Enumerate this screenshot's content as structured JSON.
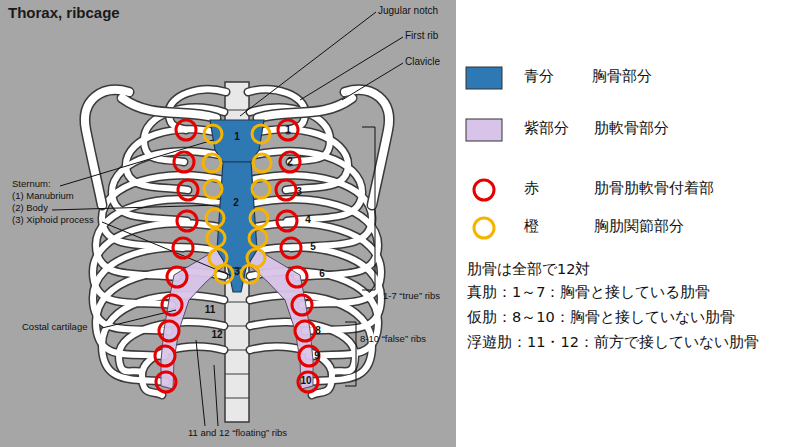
{
  "diagram": {
    "title": "Thorax, ribcage",
    "labels": [
      "Jugular notch",
      "First rib",
      "Clavicle",
      "Sternum:",
      "(1) Manubrium",
      "(2) Body",
      "(3) Xiphoid process",
      "Costal cartilage",
      "1-7 “true” ribs",
      "8-10 “false” ribs",
      "11 and 12 “floating” ribs",
      "1",
      "2",
      "3",
      "1",
      "2",
      "3",
      "4",
      "5",
      "6",
      "8",
      "9",
      "10",
      "11",
      "12",
      "肋骨は全部で12対",
      "真肋：1～7：胸骨と接している肋骨",
      "仮肋：8～10：胸骨と接していない肋骨",
      "浮遊肋：11・12：前方で接していない肋骨"
    ],
    "legend": [
      {
        "text": "青分 胸骨部分",
        "color": "#2e78b4"
      },
      {
        "text": "紫部分 肋軟骨部分",
        "color": "#d8c4e8"
      },
      {
        "text": "赤 肋骨肋軟骨付着部"
      },
      {
        "text": "橙 胸肋関節部分"
      }
    ]
  }
}
